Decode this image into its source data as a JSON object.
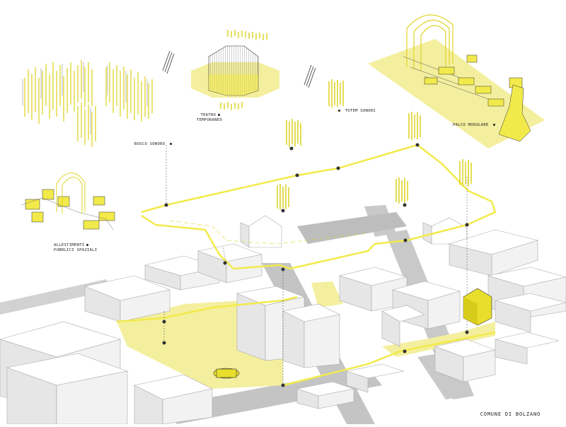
{
  "title": "",
  "city_label": "COMUNE DI BOLZANO",
  "labels": {
    "bosco_sonoro": "BOSCO SONORO",
    "teatro_temporaneo_l1": "TEATRO",
    "teatro_temporaneo_l2": "TEMPORANEO",
    "totem_sonori": "TOTEM SONORI",
    "palco_modulare": "PALCO MODULARE",
    "allestimenti_l1": "ALLESTIMENTI",
    "allestimenti_l2": "PUBBLICI SPAZIALI"
  },
  "colors": {
    "accent_yellow": "#f2ea4a",
    "pale_yellow": "#f4ef9e",
    "building_top": "#ffffff",
    "building_side": "#e6e6e6",
    "road": "#c4c4c4",
    "ink": "#222222"
  },
  "icons": [
    "node-dot-icon"
  ]
}
